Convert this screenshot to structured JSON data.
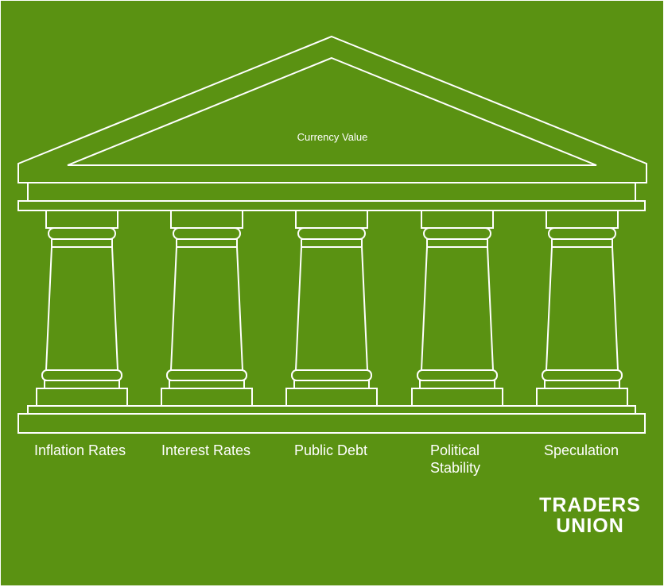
{
  "diagram": {
    "title": "Currency Value",
    "pillars": [
      {
        "label": "Inflation Rates"
      },
      {
        "label": "Interest Rates"
      },
      {
        "label": "Public Debt"
      },
      {
        "label": "Political\nStability"
      },
      {
        "label": "Speculation"
      }
    ]
  },
  "logo": {
    "line1": "TRADERS",
    "line2": "UNION"
  },
  "colors": {
    "background": "#5a9212",
    "lines": "#ffffff"
  }
}
